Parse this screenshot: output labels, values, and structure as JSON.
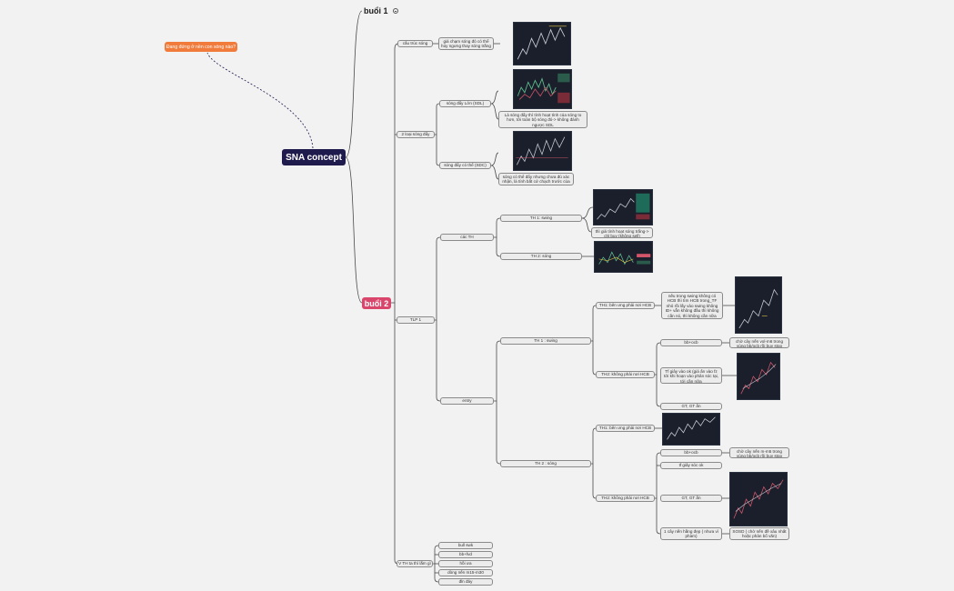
{
  "root": {
    "label": "SNA concept"
  },
  "floating": {
    "label": "Đang đứng ở nền con sóng nào?"
  },
  "sessions": {
    "s1": {
      "label": "buổi 1"
    },
    "s2": {
      "label": "buổi 2"
    }
  },
  "nodes": {
    "cau_truc_song": "cấu trúc sóng",
    "gia_chot_song": "giá chạm sóng đó có thể hủy ngưng thay sóng trắng",
    "hai_loai_song_day": "2 loại sóng đẩy",
    "song_day_sdl": "sóng đẩy Lớn (SDL)",
    "sdl_note": "Là sóng đẩy thì tính hoạt tính của sóng to hơn, tới toàn bộ sóng đó-> không đánh ngược SDL",
    "song_day_sdc": "sóng đẩy có thể (SDC)",
    "sdc_note": "sóng có thể đẩy nhưng chưa đủ xác nhận, là tính bất cứ chạch trước của SDL",
    "tlp1": "TLP 1",
    "cac_th": "các TH",
    "th1_swing": "TH 1: swing",
    "th1_note": "thì giá tính hoạt sóng trắng-> chỉ buy (không sell)",
    "th2_song": "TH 2: sóng",
    "entry": "entry",
    "e_th1_swing": "TH 1 : swing",
    "th1_ben_phai": "TH1: bên ưng phải nơi HCB",
    "th1_ben_phai_note": "nếu trong swing không có HCB thì tìm HCB trong_TF nhỏ rồi lấy vào swing không ID+ vẫn không đầu thì không cần nó, thì không cần nữa",
    "th2_khong_phai": "TH2: không phải nơi HCB",
    "bb_ocb": "bb+ocb",
    "bb_ocb_note": "chờ cây nến vol-m6 trong vùng bb/ocb rồi buy stop",
    "tf_giay": "Tf giây vào ok (giá ấn vào fz tới khi hoạn vào phân sóc tại, tới cần nữa",
    "gt_ge_1": "GT, GT ấn",
    "e_th2_song": "TH 2 : sóng",
    "th1_ben_phai_2": "TH1: bên ưng phải nơi HCB",
    "bb_ocb_2": "bb+ocb",
    "bb_ocb_2_note": "chờ cây nến m-m5 trong vùng bb/ocb rồi buy stop",
    "tf_giay_2": "tf giây sóc ok",
    "th2_khong_phai_2": "TH2: không phải nơi HCB",
    "gt_ge_2": "GT, GT ấn",
    "cay_nen": "1 cây nến hằng đẹp ( nhưa vì phàm)",
    "cay_nen_note": "SOSD ( chờ nến đề xâu nhất hoặc phản bổ văn)",
    "v_th": "V TH ta thì lắm gì",
    "v1": "bull swk",
    "v2": "bb+fvd",
    "v3": "hồi ưa",
    "v4": "dòng nến m15-m30",
    "v5": "đỉn đáy"
  }
}
